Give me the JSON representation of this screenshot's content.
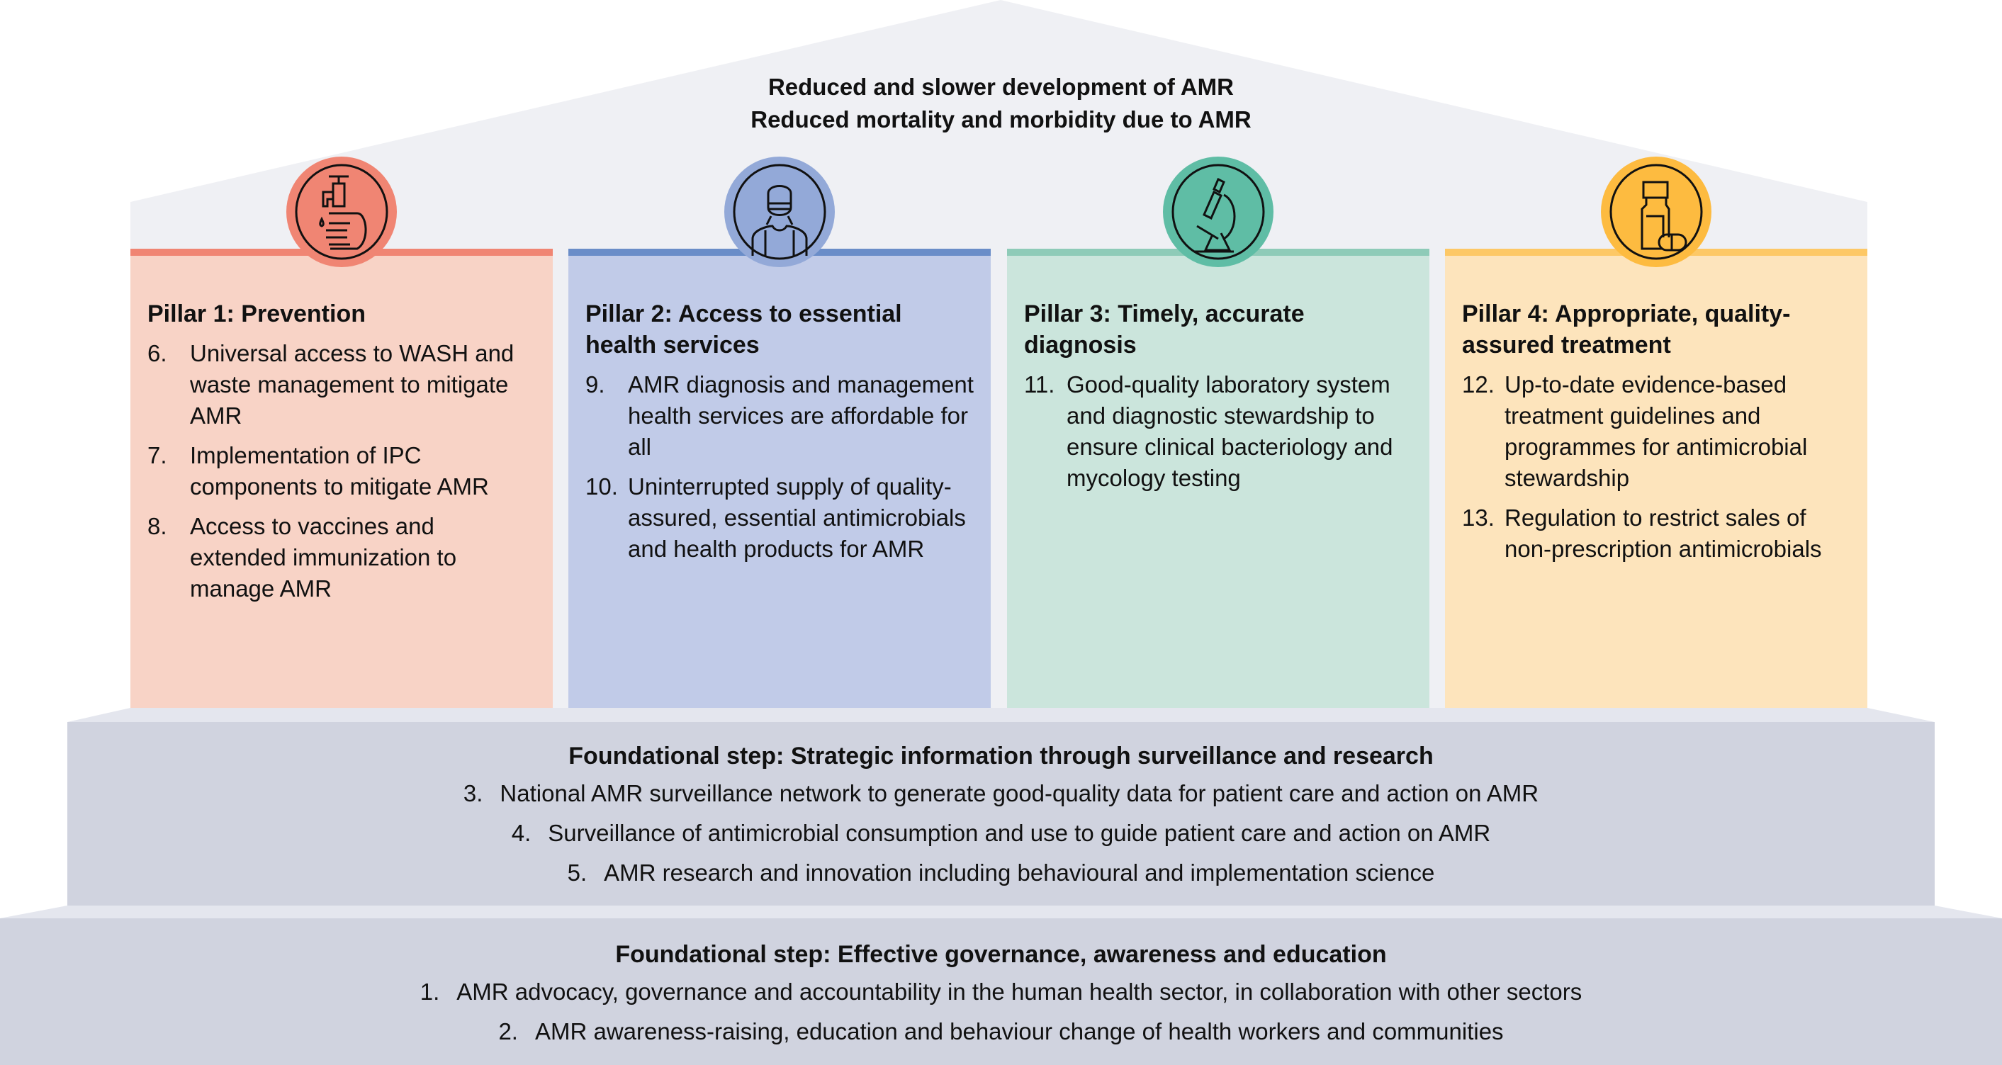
{
  "goals": [
    "Reduced and slower development of AMR",
    "Reduced mortality and morbidity due to AMR"
  ],
  "colors": {
    "roof": "#eff0f4",
    "step": "#d0d3df"
  },
  "pillars": [
    {
      "title": "Pillar 1: Prevention",
      "icon": "hand-washing-tap-icon",
      "bg": "#f8d3c6",
      "accent": "#f08573",
      "circle": "#f08573",
      "items": [
        {
          "n": "6.",
          "text": "Universal access to WASH and waste management to mitigate AMR"
        },
        {
          "n": "7.",
          "text": "Implementation of IPC components to mitigate AMR"
        },
        {
          "n": "8.",
          "text": "Access to vaccines and extended immunization to manage AMR"
        }
      ]
    },
    {
      "title": "Pillar 2: Access to essential health services",
      "icon": "health-worker-mask-icon",
      "bg": "#c1cbe8",
      "accent": "#6a8dc8",
      "circle": "#93a9d8",
      "items": [
        {
          "n": "9.",
          "text": "AMR diagnosis and management health services are affordable for all"
        },
        {
          "n": "10.",
          "text": "Uninterrupted supply of quality-assured, essential antimicrobials and health products for AMR"
        }
      ]
    },
    {
      "title": "Pillar 3: Timely, accurate diagnosis",
      "icon": "microscope-icon",
      "bg": "#cbe5dc",
      "accent": "#8ecbb8",
      "circle": "#5fbda5",
      "items": [
        {
          "n": "11.",
          "text": "Good-quality laboratory system and diagnostic stewardship to ensure clinical bacteriology and mycology testing"
        }
      ]
    },
    {
      "title": "Pillar 4: Appropriate, quality-assured treatment",
      "icon": "medicine-bottle-pill-icon",
      "bg": "#fde4bc",
      "accent": "#fdc866",
      "circle": "#fdbb40",
      "items": [
        {
          "n": "12.",
          "text": "Up-to-date evidence-based treatment guidelines and programmes for antimicrobial stewardship"
        },
        {
          "n": "13.",
          "text": "Regulation to restrict sales of non-prescription antimicrobials"
        }
      ]
    }
  ],
  "steps": [
    {
      "title": "Foundational step: Strategic information through surveillance and research",
      "items": [
        {
          "n": "3.",
          "text": "National AMR surveillance network to generate good-quality data for patient care and action on AMR"
        },
        {
          "n": "4.",
          "text": "Surveillance of antimicrobial consumption and use to guide patient care and action on AMR"
        },
        {
          "n": "5.",
          "text": "AMR research and innovation including behavioural and implementation science"
        }
      ]
    },
    {
      "title": "Foundational step: Effective governance, awareness and education",
      "items": [
        {
          "n": "1.",
          "text": "AMR advocacy, governance and accountability in the human health sector, in collaboration with other sectors"
        },
        {
          "n": "2.",
          "text": "AMR awareness-raising, education and behaviour change of health workers and communities"
        }
      ]
    }
  ]
}
